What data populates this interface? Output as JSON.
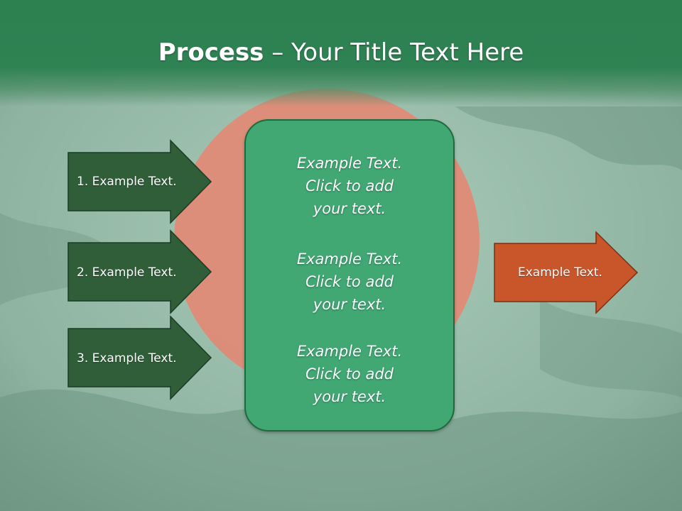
{
  "title": {
    "bold": "Process",
    "rest": " – Your Title Text Here"
  },
  "left_arrows": [
    {
      "label": "1. Example Text."
    },
    {
      "label": "2. Example Text."
    },
    {
      "label": "3. Example Text."
    }
  ],
  "center_box": {
    "paragraphs": [
      "Example Text.\nClick  to add\nyour text.",
      "Example Text.\nClick  to add\nyour text.",
      "Example Text.\nClick  to add\nyour text."
    ]
  },
  "right_arrow": {
    "label": "Example Text."
  },
  "colors": {
    "title_band": "#2f8253",
    "left_arrow_fill": "#2f5e39",
    "center_box_fill": "#41a874",
    "right_arrow_fill": "#c9552b",
    "background_green": "#8fb3a1",
    "flag_circle": "#e88571"
  }
}
